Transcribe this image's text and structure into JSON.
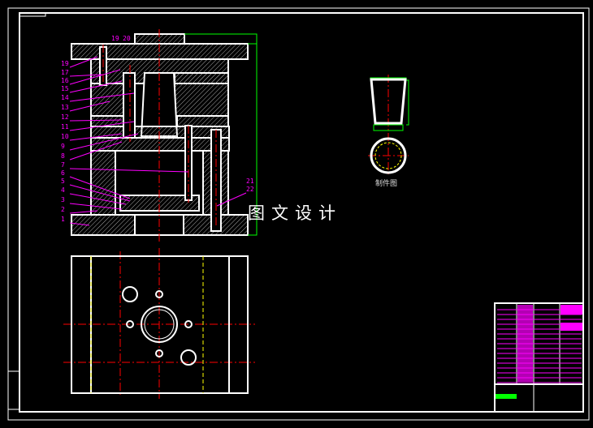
{
  "drawing": {
    "watermark": "图文设计",
    "part_caption": "制件图",
    "top_labels": [
      "19",
      "20"
    ],
    "side_labels": [
      "19",
      "17",
      "16",
      "15",
      "14",
      "13",
      "12",
      "11",
      "10",
      "9",
      "8",
      "7",
      "6",
      "5",
      "4",
      "3",
      "2",
      "1"
    ],
    "right_labels": [
      "21",
      "22"
    ],
    "colors": {
      "background": "#000000",
      "outline": "#ffffff",
      "centerline": "#ff0000",
      "leader": "#ff00ff",
      "dimension": "#00ff00",
      "hidden": "#ffff00"
    }
  }
}
